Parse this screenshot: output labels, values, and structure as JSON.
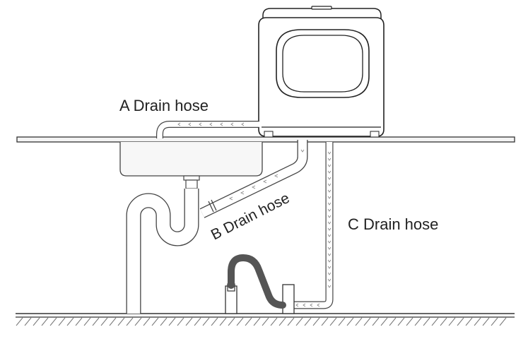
{
  "labels": {
    "a": "A Drain hose",
    "b": "B Drain hose",
    "c": "C Drain hose"
  },
  "colors": {
    "line": "#333333",
    "hatch": "#777777",
    "hose_dark": "#555555",
    "counter": "#f4f4f4"
  }
}
